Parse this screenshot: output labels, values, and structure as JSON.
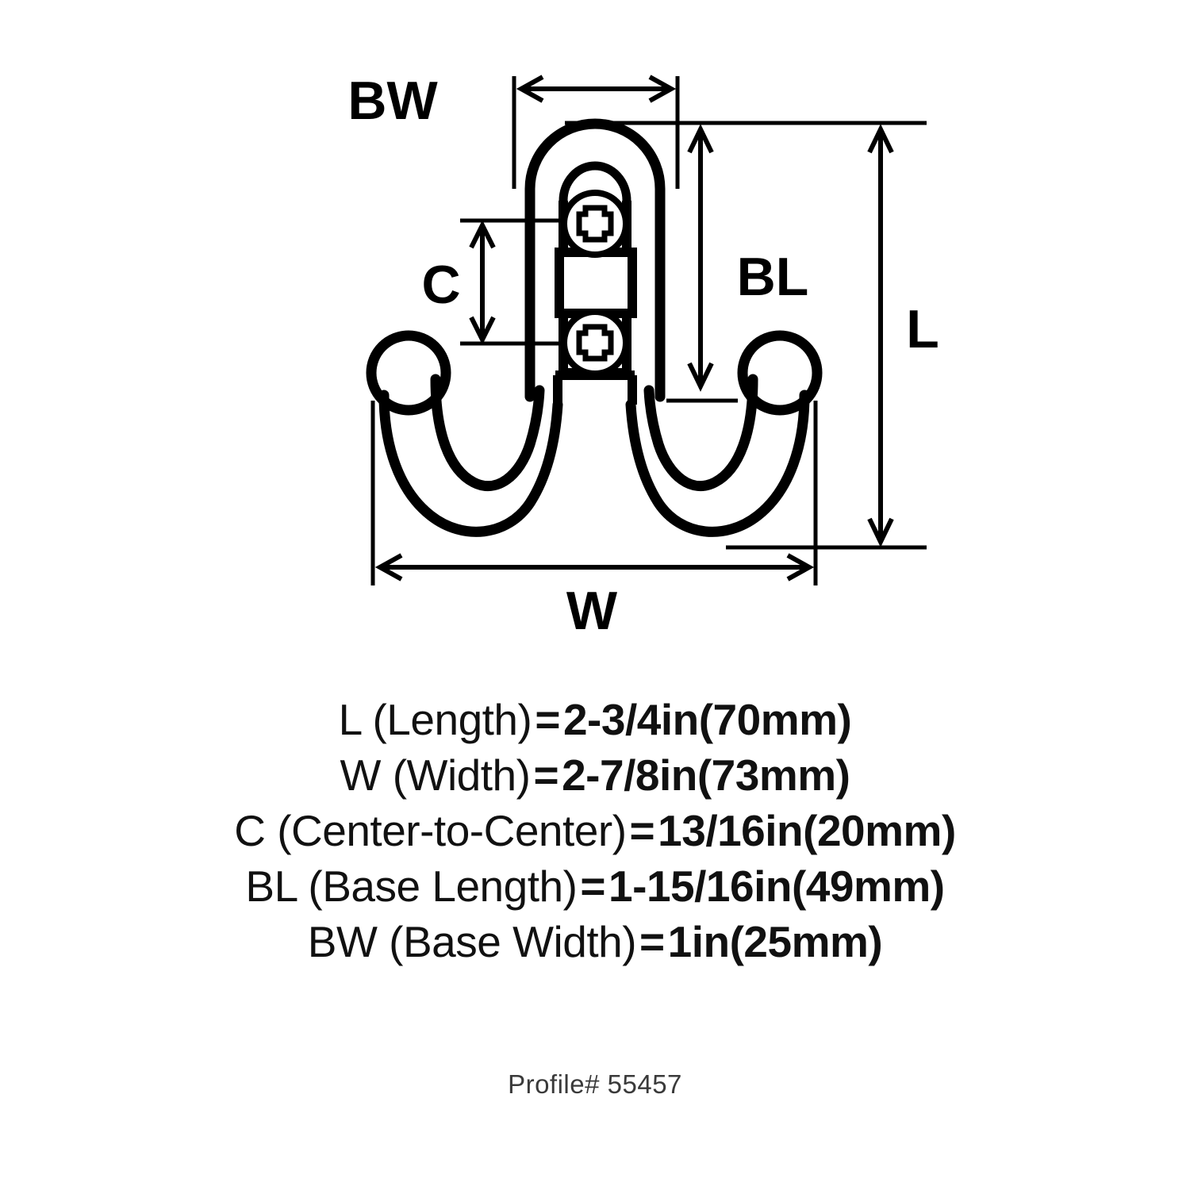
{
  "diagram": {
    "title": "double prong hook dimensional drawing",
    "dimension_labels": {
      "bw": "BW",
      "c": "C",
      "bl": "BL",
      "l": "L",
      "w": "W"
    },
    "icons": {
      "screw_top": "phillips-screw-icon",
      "screw_bottom": "phillips-screw-icon"
    },
    "colors": {
      "line": "#000000",
      "background": "#ffffff"
    }
  },
  "specs": [
    {
      "code": "L",
      "label": "L (Length)",
      "equals": "=",
      "value": "2-3/4in(70mm)",
      "name": "Length",
      "imperial": "2-3/4in",
      "metric": "70mm"
    },
    {
      "code": "W",
      "label": "W (Width)",
      "equals": "=",
      "value": "2-7/8in(73mm)",
      "name": "Width",
      "imperial": "2-7/8in",
      "metric": "73mm"
    },
    {
      "code": "C",
      "label": "C (Center-to-Center)",
      "equals": "=",
      "value": "13/16in(20mm)",
      "name": "Center-to-Center",
      "imperial": "13/16in",
      "metric": "20mm"
    },
    {
      "code": "BL",
      "label": "BL (Base Length)",
      "equals": "=",
      "value": "1-15/16in(49mm)",
      "name": "Base Length",
      "imperial": "1-15/16in",
      "metric": "49mm"
    },
    {
      "code": "BW",
      "label": "BW (Base Width)",
      "equals": "=",
      "value": "1in(25mm)",
      "name": "Base Width",
      "imperial": "1in",
      "metric": "25mm"
    }
  ],
  "profile": {
    "text": "Profile# 55457",
    "number": "55457"
  }
}
